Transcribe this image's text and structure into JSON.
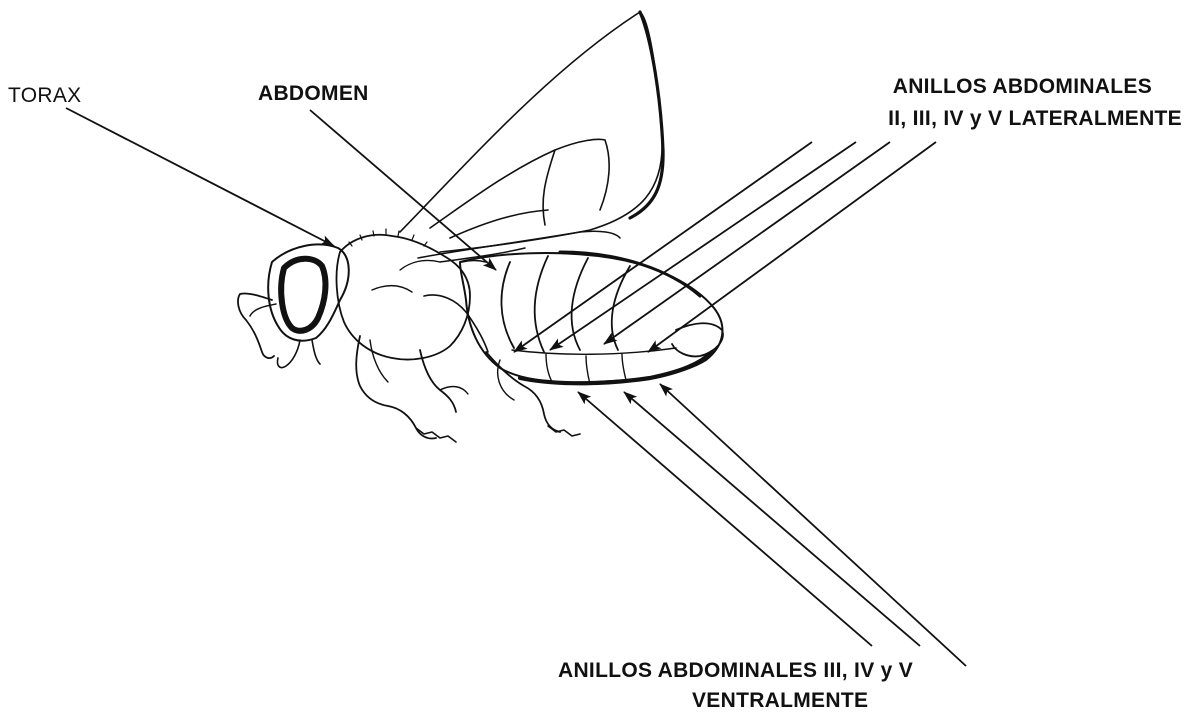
{
  "labels": {
    "thorax": "TORAX",
    "abdomen": "ABDOMEN",
    "lateral_line1": "ANILLOS ABDOMINALES",
    "lateral_line2": "II, III, IV y V  LATERALMENTE",
    "ventral_line1": "ANILLOS ABDOMINALES  III, IV y V",
    "ventral_line2": "VENTRALMENTE"
  },
  "colors": {
    "ink": "#111111",
    "background": "#ffffff"
  }
}
